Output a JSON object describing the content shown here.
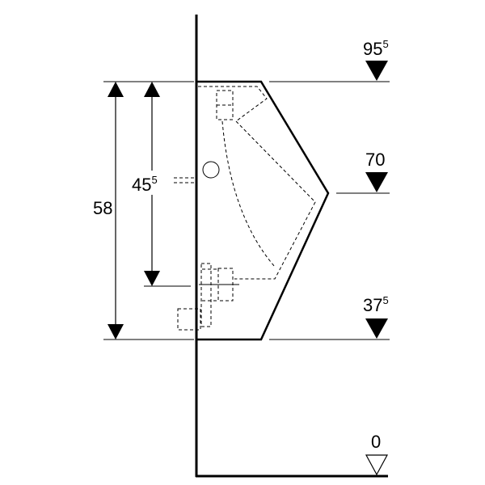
{
  "dimensions": {
    "overall_height": "58",
    "outlet_height_main": "45",
    "outlet_height_sup": "5"
  },
  "levels": {
    "top_main": "95",
    "top_sup": "5",
    "middle": "70",
    "bottom_main": "37",
    "bottom_sup": "5",
    "floor": "0"
  }
}
